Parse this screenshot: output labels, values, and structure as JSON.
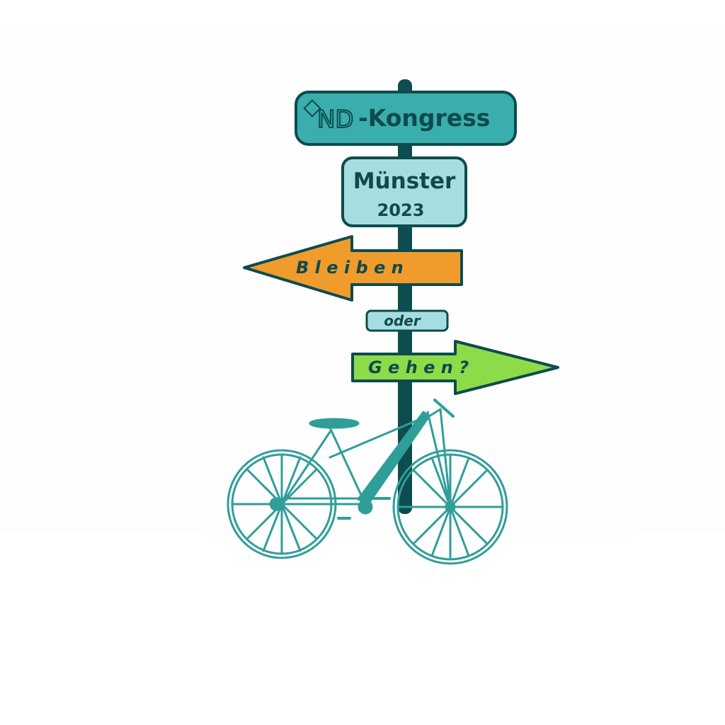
{
  "signs": {
    "top": {
      "logo_text": "ND",
      "suffix": "-Kongress"
    },
    "city": {
      "name": "Münster",
      "year": "2023"
    },
    "left_arrow": {
      "text": "B l e i b e n"
    },
    "middle": {
      "text": "oder"
    },
    "right_arrow": {
      "text": "G e h e n ?"
    }
  },
  "colors": {
    "post": "#0d4c4f",
    "top_sign": "#3aaeac",
    "city_sign": "#a7dde0",
    "left_arrow": "#ef9c2c",
    "middle_sign": "#a7dde0",
    "right_arrow": "#8edb4a",
    "bicycle": "#2f9e99",
    "text": "#0f4a4c"
  }
}
